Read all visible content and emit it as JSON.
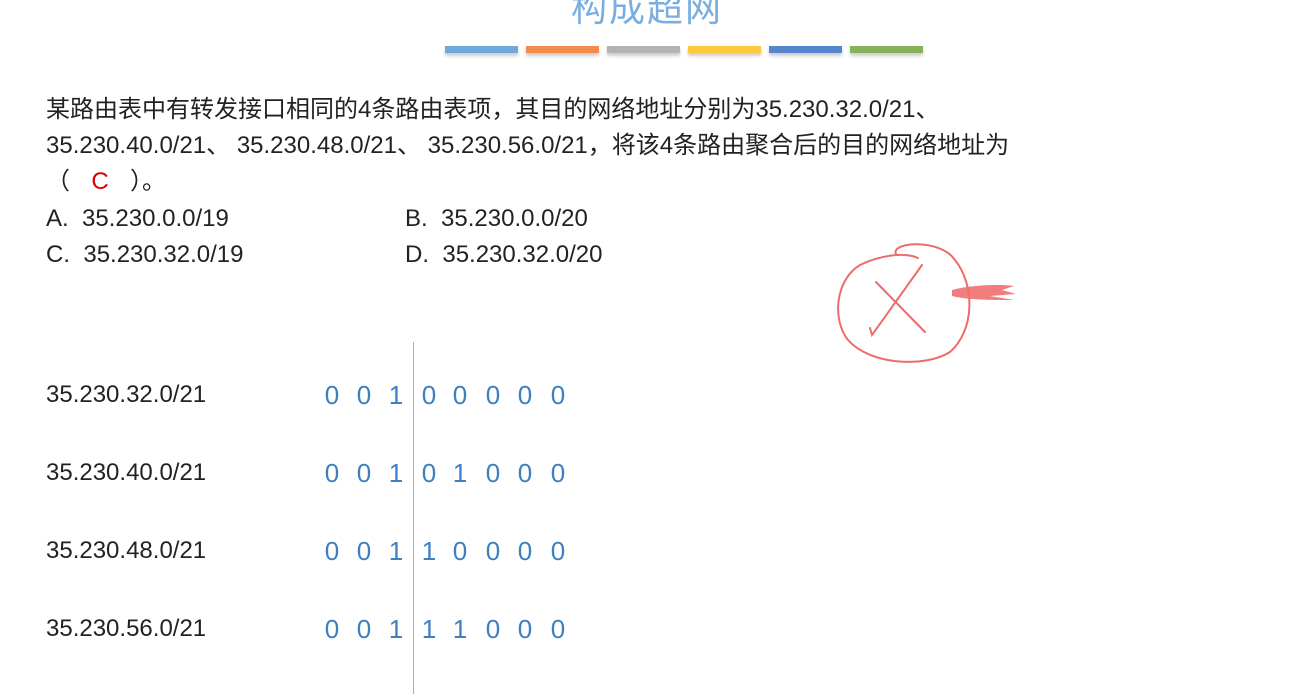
{
  "slide": {
    "title": "构成超网",
    "bar_colors": [
      "#6fa8dc",
      "#f28c4b",
      "#b3b3b3",
      "#ffc93c",
      "#5585cc",
      "#86b25a"
    ]
  },
  "question": {
    "line1": "某路由表中有转发接口相同的4条路由表项，其目的网络地址分别为35.230.32.0/21、",
    "line2": "35.230.40.0/21、 35.230.48.0/21、 35.230.56.0/21，将该4条路由聚合后的目的网络地址为",
    "paren_open": "（",
    "answer": "C",
    "paren_close": "）。",
    "answer_color": "#e00000"
  },
  "options": [
    {
      "label": "A.",
      "value": "35.230.0.0/19"
    },
    {
      "label": "B.",
      "value": "35.230.0.0/20"
    },
    {
      "label": "C.",
      "value": "35.230.32.0/19"
    },
    {
      "label": "D.",
      "value": "35.230.32.0/20"
    }
  ],
  "annotation": {
    "icon": "circled-x-mark",
    "color": "#ee6b6b"
  },
  "binary_rows": [
    {
      "address": "35.230.32.0/21",
      "bits": [
        "0",
        "0",
        "1",
        "0",
        "0",
        "0",
        "0",
        "0"
      ]
    },
    {
      "address": "35.230.40.0/21",
      "bits": [
        "0",
        "0",
        "1",
        "0",
        "1",
        "0",
        "0",
        "0"
      ]
    },
    {
      "address": "35.230.48.0/21",
      "bits": [
        "0",
        "0",
        "1",
        "1",
        "0",
        "0",
        "0",
        "0"
      ]
    },
    {
      "address": "35.230.56.0/21",
      "bits": [
        "0",
        "0",
        "1",
        "1",
        "1",
        "0",
        "0",
        "0"
      ]
    }
  ]
}
